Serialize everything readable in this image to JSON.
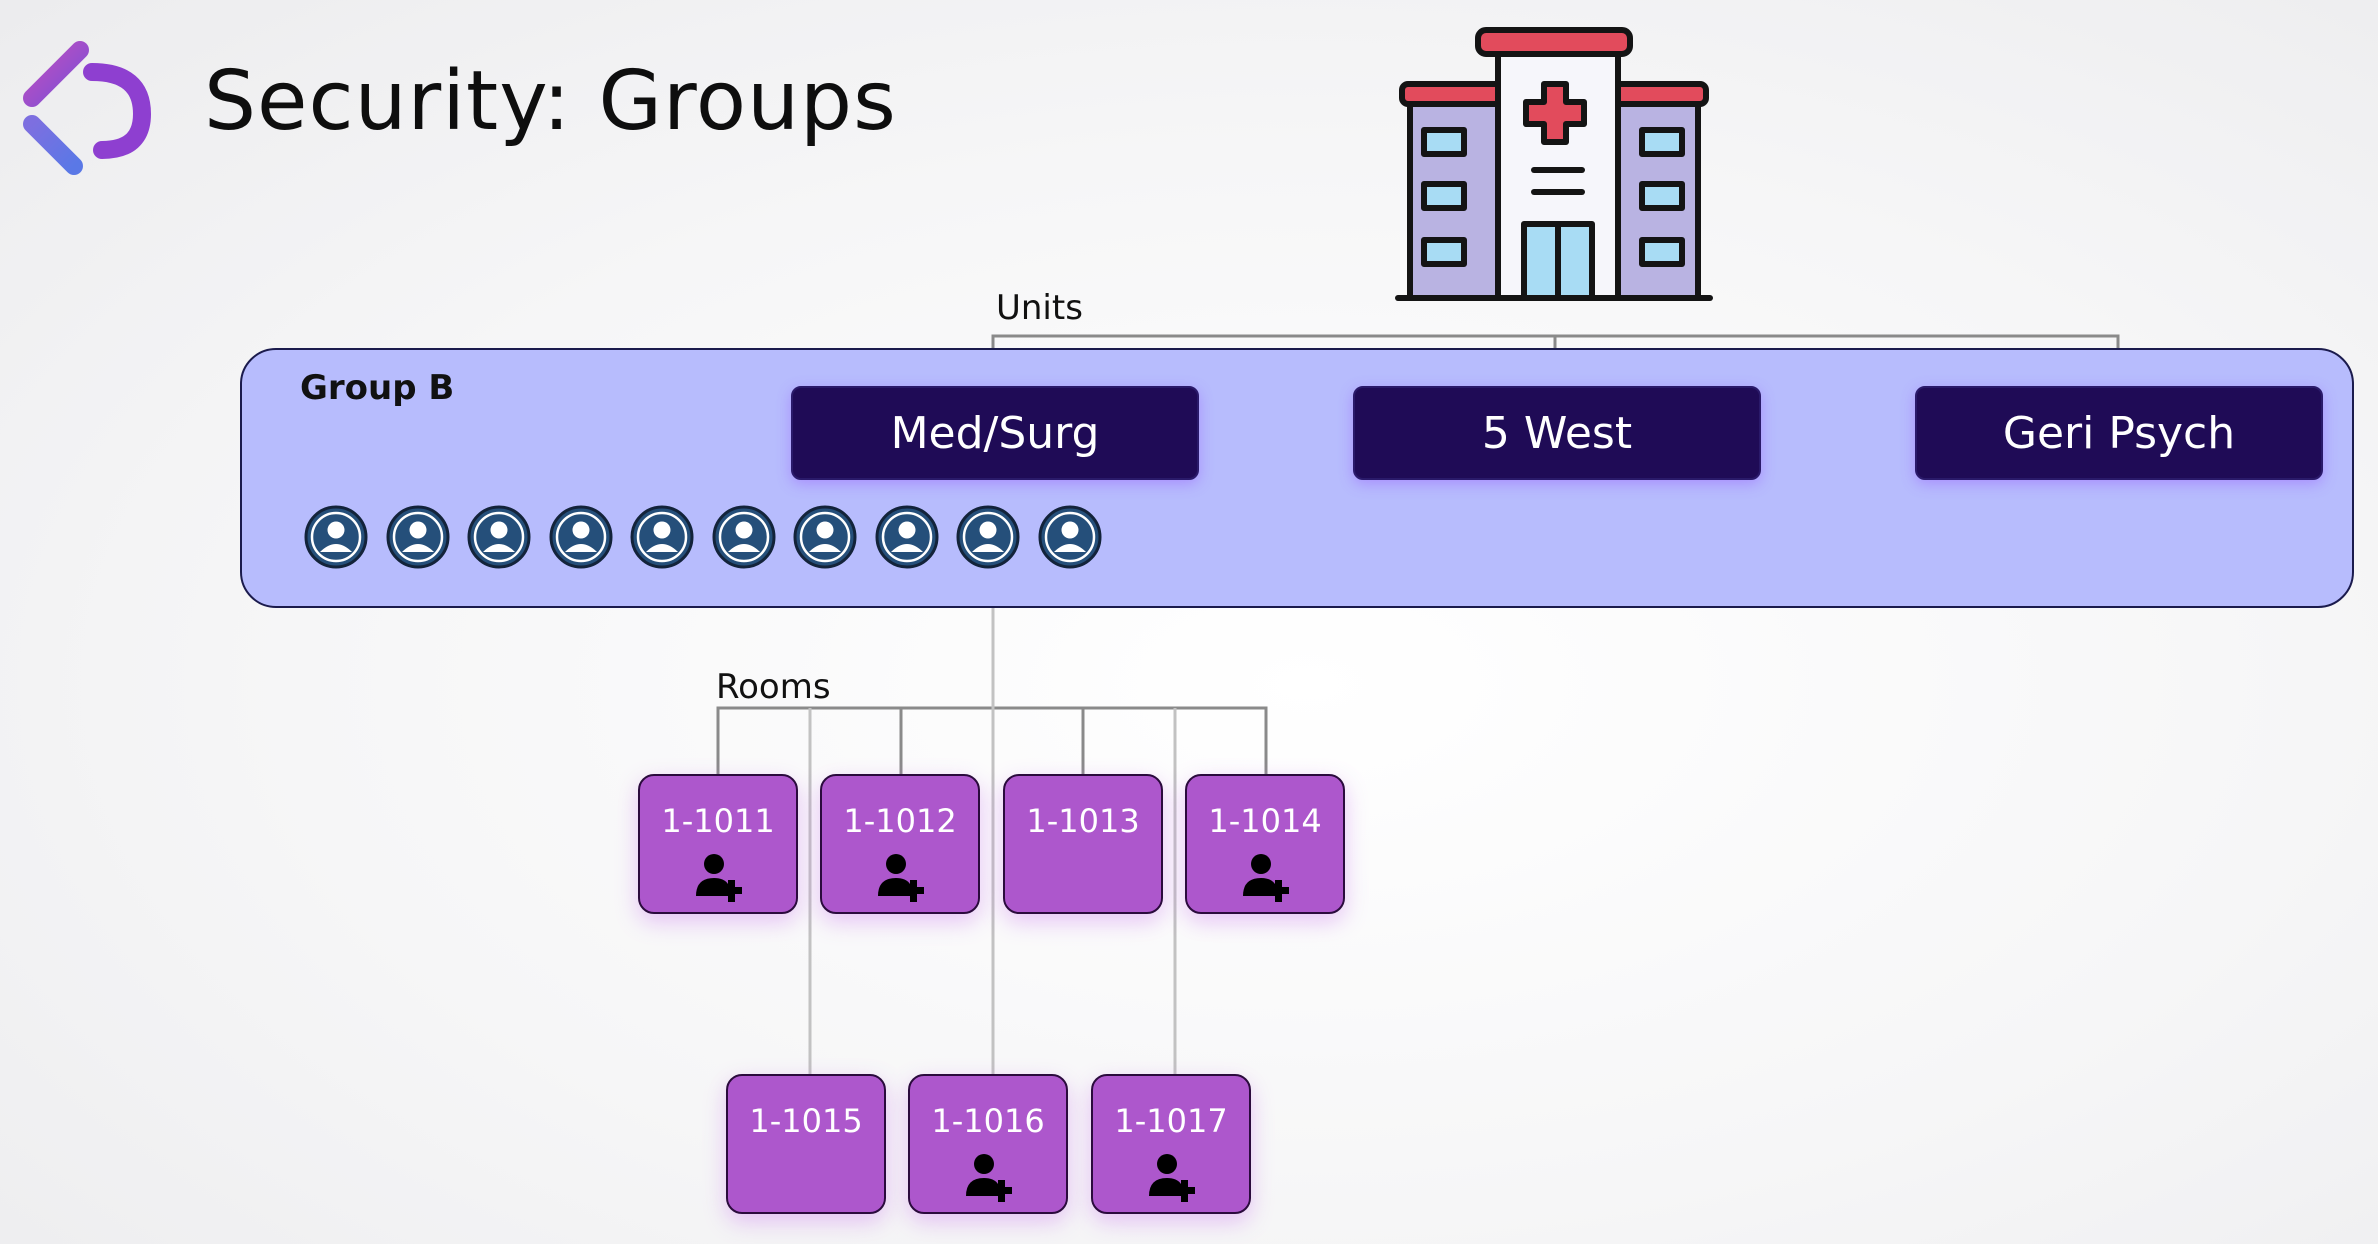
{
  "title": "Security: Groups",
  "units_label": "Units",
  "rooms_label": "Rooms",
  "group": {
    "name": "Group B",
    "member_count": 10
  },
  "units": [
    {
      "name": "Med/Surg"
    },
    {
      "name": "5 West"
    },
    {
      "name": "Geri Psych"
    }
  ],
  "rooms": [
    {
      "number": "1-1011",
      "has_assigned_user": true
    },
    {
      "number": "1-1012",
      "has_assigned_user": true
    },
    {
      "number": "1-1013",
      "has_assigned_user": false
    },
    {
      "number": "1-1014",
      "has_assigned_user": true
    },
    {
      "number": "1-1015",
      "has_assigned_user": false
    },
    {
      "number": "1-1016",
      "has_assigned_user": true
    },
    {
      "number": "1-1017",
      "has_assigned_user": true
    }
  ],
  "icons": {
    "logo": "brand-logo-icon",
    "hospital": "hospital-building-icon",
    "member": "user-avatar-icon",
    "add_user": "add-user-icon"
  },
  "colors": {
    "group_fill": "#b7bcfd",
    "unit_fill": "#1f0b56",
    "room_fill": "#ad57cc",
    "avatar_fill": "#254f7a",
    "connector": "#8a8a8a"
  }
}
